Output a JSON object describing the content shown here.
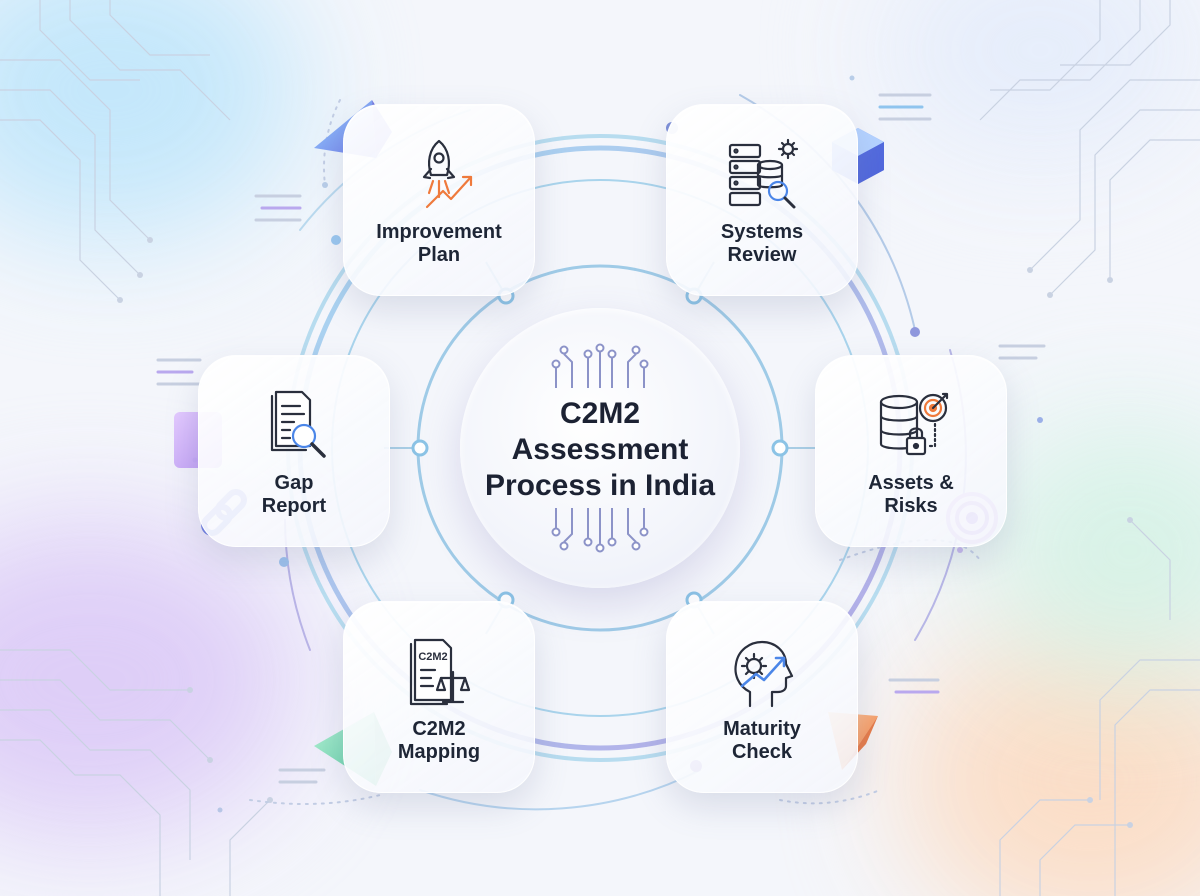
{
  "diagram": {
    "title_lines": [
      "C2M2",
      "Assessment",
      "Process in India"
    ],
    "steps": [
      {
        "id": "improvement-plan",
        "icon": "rocket-growth-icon",
        "lines": [
          "Improvement",
          "Plan"
        ]
      },
      {
        "id": "systems-review",
        "icon": "server-database-search-icon",
        "lines": [
          "Systems",
          "Review"
        ]
      },
      {
        "id": "assets-risks",
        "icon": "database-lock-target-icon",
        "lines": [
          "Assets &",
          "Risks"
        ]
      },
      {
        "id": "maturity-check",
        "icon": "head-gear-chart-icon",
        "lines": [
          "Maturity",
          "Check"
        ]
      },
      {
        "id": "c2m2-mapping",
        "icon": "document-scale-icon",
        "lines": [
          "C2M2",
          "Mapping"
        ]
      },
      {
        "id": "gap-report",
        "icon": "report-magnifier-icon",
        "lines": [
          "Gap",
          "Report"
        ]
      }
    ],
    "icon_text": {
      "mapping_doc": "C2M2"
    }
  },
  "colors": {
    "ring_blue": "#8cc4e6",
    "ring_purple": "#9a8fd8",
    "icon_stroke": "#2a2f3d",
    "accent_orange": "#ef7a3c",
    "accent_blue": "#4b86e8",
    "text": "#1e2636"
  },
  "decorations": [
    "pyramid-blue-icon",
    "cube-blue-icon",
    "square-violet-icon",
    "chain-link-icon",
    "target-rings-icon",
    "pyramid-green-icon",
    "pyramid-orange-icon"
  ]
}
